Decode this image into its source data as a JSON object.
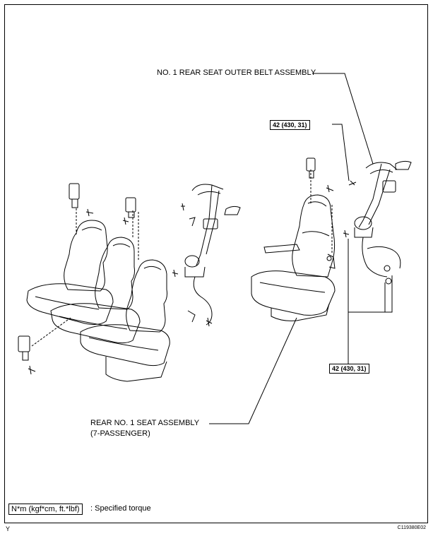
{
  "labels": {
    "outer_belt": "NO. 1 REAR SEAT OUTER BELT ASSEMBLY",
    "seat_assembly_line1": "REAR NO. 1 SEAT ASSEMBLY",
    "seat_assembly_line2": "(7-PASSENGER)"
  },
  "torques": [
    {
      "value": "42 (430, 31)"
    },
    {
      "value": "42 (430, 31)"
    }
  ],
  "legend": {
    "unit_box": "N*m (kgf*cm, ft.*lbf)",
    "description": ": Specified torque"
  },
  "footer": {
    "corner_mark": "Y",
    "figure_code": "C119380E02"
  }
}
